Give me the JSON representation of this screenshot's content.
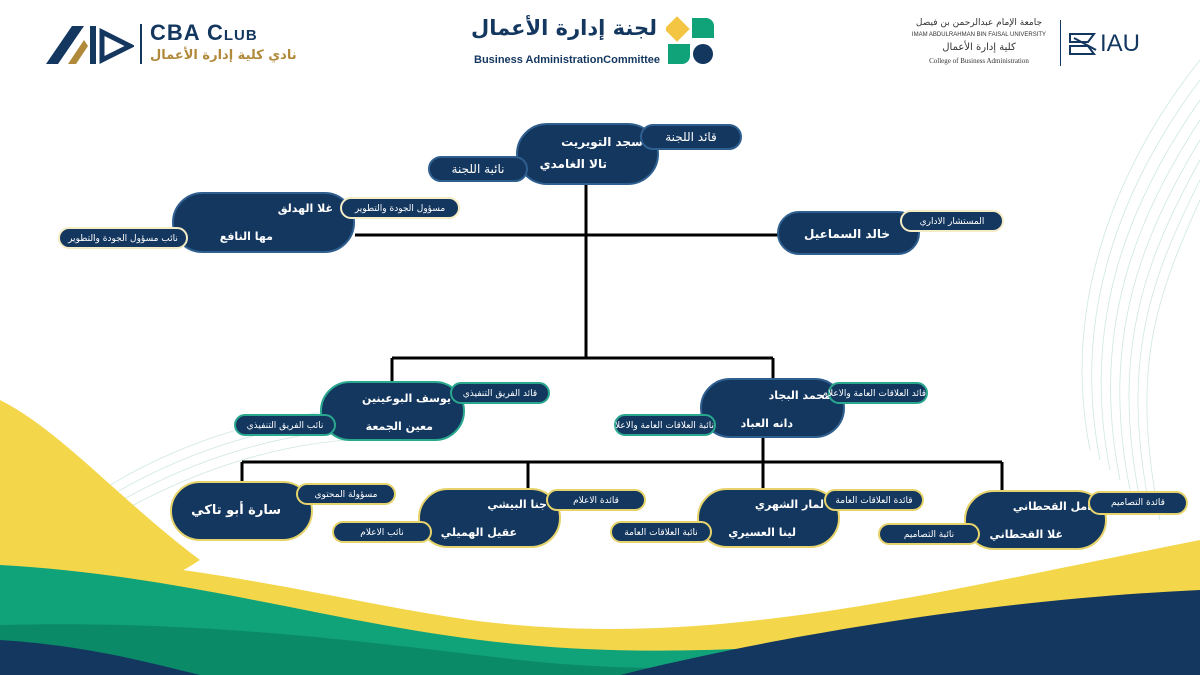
{
  "header": {
    "cba": {
      "title": "CBA Club",
      "subtitle": "نادي كلية إدارة الأعمال"
    },
    "committee": {
      "title_ar": "لجنة إدارة الأعمال",
      "title_en": "Business AdministrationCommittee"
    },
    "iau": {
      "line1": "جامعة الإمام عبدالرحمن بن فيصل",
      "line2": "IMAM ABDULRAHMAN BIN FAISAL UNIVERSITY",
      "line3": "كلية إدارة الأعمال",
      "line4": "College of Business Administration",
      "mark": "IAU"
    }
  },
  "org": {
    "leader": {
      "name1": "اسجد التويريت",
      "name2": "تالا الغامدي",
      "role1": "قائد اللجنة",
      "role2": "نائبة اللجنة"
    },
    "quality": {
      "name1": "غلا الهدلق",
      "name2": "مها النافع",
      "role1": "مسؤول الجودة والتطوير",
      "role2": "نائب مسؤول الجودة والتطوير"
    },
    "advisor": {
      "name": "خالد السماعيل",
      "role": "المستشار الاداري"
    },
    "executive": {
      "name1": "يوسف البوعينين",
      "name2": "معين الجمعة",
      "role1": "قائد الفريق التنفيذي",
      "role2": "نائب الفريق التنفيذي"
    },
    "pr_media": {
      "name1": "محمد البجاد",
      "name2": "دانه العباد",
      "role1": "قائد العلاقات العامة والاعلام",
      "role2": "نائبة العلاقات العامة والاعلام"
    },
    "content": {
      "name": "سارة أبو تاكي",
      "role": "مسؤولة المحتوى"
    },
    "media": {
      "name1": "جنا البيشي",
      "name2": "عقيل الهميلي",
      "role1": "قائدة الاعلام",
      "role2": "نائب الاعلام"
    },
    "pr": {
      "name1": "لمار الشهري",
      "name2": "لينا العسيري",
      "role1": "قائدة العلاقات العامة",
      "role2": "نائبة العلاقات العامة"
    },
    "design": {
      "name1": "امل القحطاني",
      "name2": "غلا القحطاني",
      "role1": "قائدة التصاميم",
      "role2": "نائبة التصاميم"
    }
  },
  "colors": {
    "navy": "#14375f",
    "teal": "#2aa88e",
    "yellow": "#f4d64a",
    "green": "#10a37a",
    "gold": "#b08a3a"
  }
}
